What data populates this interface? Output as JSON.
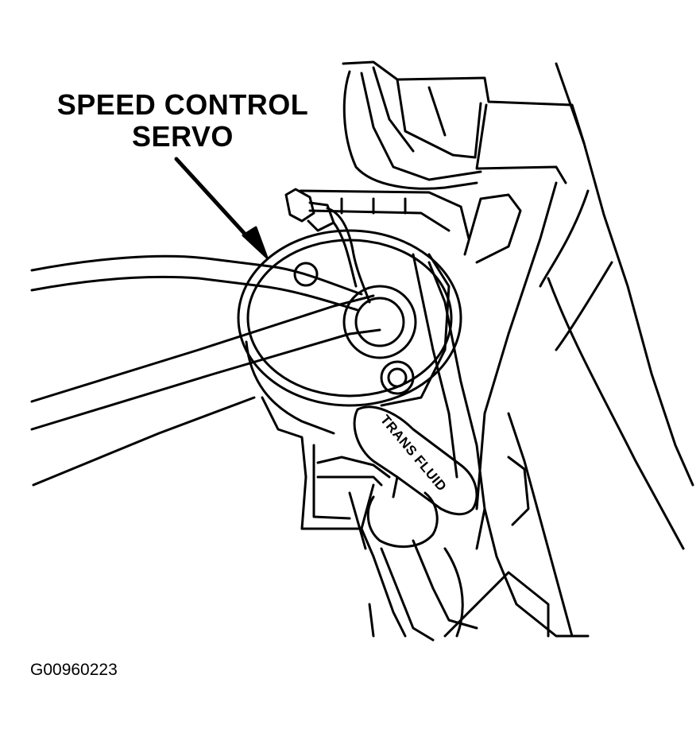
{
  "callout": {
    "line1": "SPEED CONTROL",
    "line2": "SERVO"
  },
  "dipstick_label": "TRANS FLUID",
  "figure_id": "G00960223",
  "colors": {
    "ink": "#000000",
    "paper": "#ffffff"
  }
}
